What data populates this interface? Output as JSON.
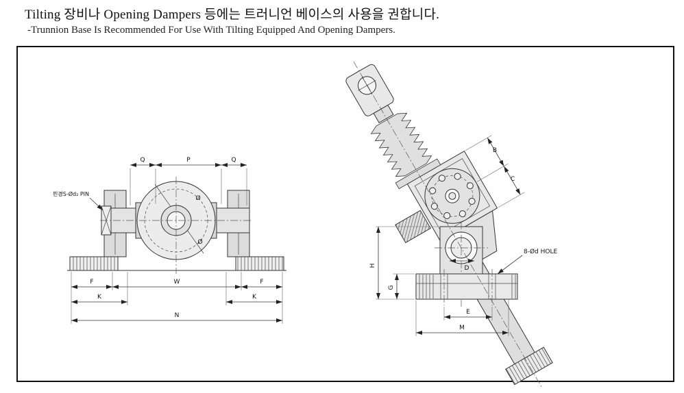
{
  "header": {
    "title_ko": "Tilting 장비나 Opening Dampers 등에는 트러니언 베이스의 사용을 권합니다.",
    "subtitle_en": "-Trunnion Base Is Recommended For Use With Tilting Equipped And Opening Dampers."
  },
  "front_view": {
    "pin_label": "핀경S-Ød₂ PIN",
    "phi_upper": "Ø",
    "phi_lower": "Ø",
    "dims": {
      "q_left": "Q",
      "p": "P",
      "q_right": "Q",
      "f_left": "F",
      "w": "W",
      "f_right": "F",
      "k_left": "K",
      "k_right": "K",
      "n": "N"
    }
  },
  "tilted_view": {
    "hole_label": "8-Ød HOLE",
    "dims": {
      "b": "B",
      "c": "C",
      "d": "D",
      "h": "H",
      "g": "G",
      "e": "E",
      "m": "M"
    }
  }
}
